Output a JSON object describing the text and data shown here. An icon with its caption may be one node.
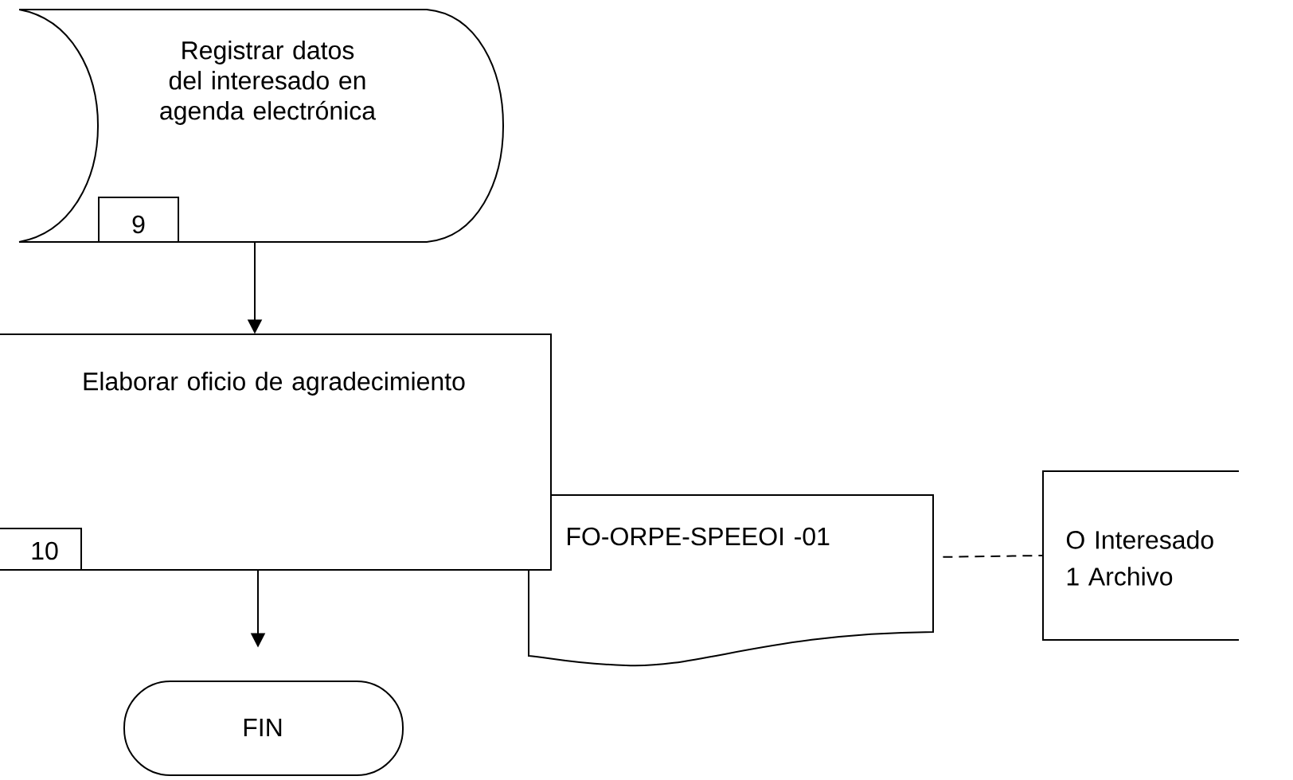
{
  "diagram": {
    "nodes": [
      {
        "text": [
          "Registrar datos del interesado en agenda electrónica",
          "9"
        ]
      },
      {
        "text": [
          "Elaborar oficio de agradecimiento",
          "10"
        ]
      },
      {
        "text": [
          "FO-ORPE-SPEEOI -01"
        ]
      },
      {
        "text": [
          "O Interesado",
          "1  Archivo"
        ]
      },
      {
        "text": [
          "FIN"
        ]
      }
    ],
    "edges": [
      {
        "from": 0,
        "to": 1,
        "arrow": "to"
      },
      {
        "from": 1,
        "to": 4,
        "arrow": "to"
      },
      {
        "from": 2,
        "to": 3,
        "arrow": "none",
        "style": "dashed"
      }
    ]
  }
}
